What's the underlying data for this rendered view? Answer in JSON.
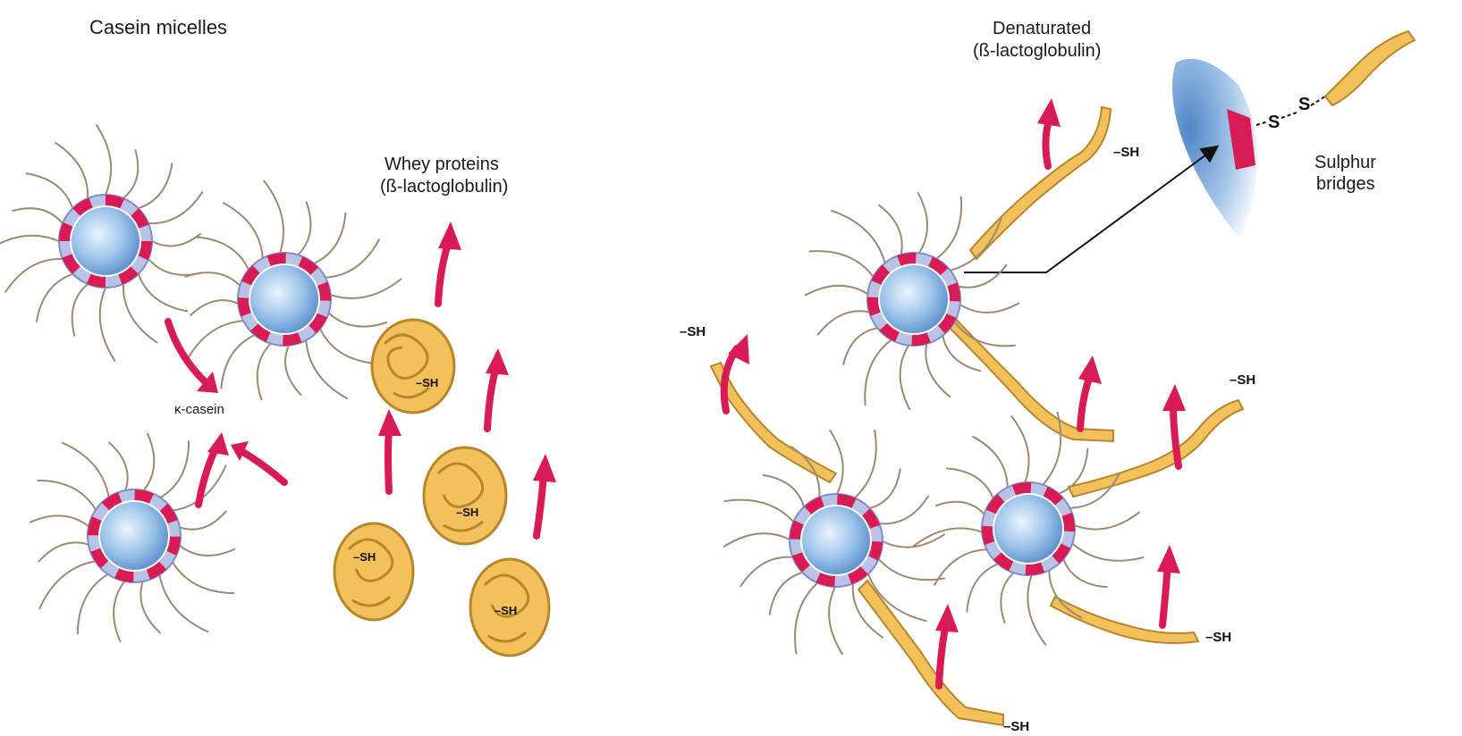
{
  "labels": {
    "casein_micelles": "Casein micelles",
    "whey_line1": "Whey proteins",
    "whey_line2": "(ß-lactoglobulin)",
    "kappa_casein": "κ-casein",
    "denat_line1": "Denaturated",
    "denat_line2": "(ß-lactoglobulin)",
    "sulphur_line1": "Sulphur",
    "sulphur_line2": "bridges",
    "sulphur_atom": "S",
    "sh_group": "–SH"
  },
  "colors": {
    "micelle_core": "#6fa6dc",
    "micelle_ring": "#9aa8d6",
    "kappa_casein_segment": "#d81b55",
    "whey_protein": "#f2c15c",
    "whey_outline": "#b8862a",
    "arrow": "#d81b55",
    "hair": "#9c8a72"
  }
}
